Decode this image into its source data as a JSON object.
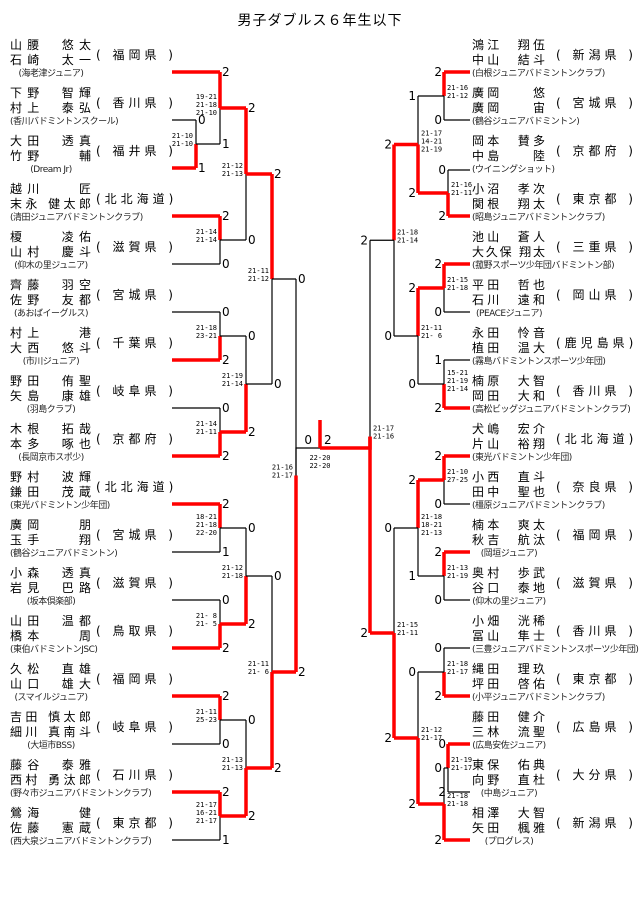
{
  "title": "男子ダブルス６年生以下",
  "colors": {
    "win_line": "#ff0000",
    "line": "#000000"
  },
  "left_entries": [
    {
      "p1": "山腰　悠太",
      "p2": "石崎　太一",
      "club": "(海老津ジュニア)",
      "pref": "( 福岡県 )"
    },
    {
      "p1": "下野　智輝",
      "p2": "村上　泰弘",
      "club": "(香川バドミントンスクール)",
      "pref": "( 香川県 )"
    },
    {
      "p1": "大田　透真",
      "p2": "竹野　　輔",
      "club": "(Dream Jr)",
      "pref": "( 福井県 )"
    },
    {
      "p1": "越川　　匠",
      "p2": "末永 健太郎",
      "club": "(清田ジュニアバドミントンクラブ)",
      "pref": "(北北海道)"
    },
    {
      "p1": "榎　　凌佑",
      "p2": "山村　慶斗",
      "club": "(仰木の里ジュニア)",
      "pref": "( 滋賀県 )"
    },
    {
      "p1": "齊藤　羽空",
      "p2": "佐野　友都",
      "club": "(あおばイーグルス)",
      "pref": "( 宮城県 )"
    },
    {
      "p1": "村上　　港",
      "p2": "大西　悠斗",
      "club": "(市川ジュニア)",
      "pref": "( 千葉県 )"
    },
    {
      "p1": "野田　侑聖",
      "p2": "矢島　康雄",
      "club": "(羽島クラブ)",
      "pref": "( 岐阜県 )"
    },
    {
      "p1": "木根　拓哉",
      "p2": "本多　啄也",
      "club": "(長岡京市スポ少)",
      "pref": "( 京都府 )"
    },
    {
      "p1": "野村　波輝",
      "p2": "鎌田　茂蔵",
      "club": "(東光バドミントン少年団)",
      "pref": "(北北海道)"
    },
    {
      "p1": "廣岡　　朋",
      "p2": "玉手　　翔",
      "club": "(鶴谷ジュニアバドミントン)",
      "pref": "( 宮城県 )"
    },
    {
      "p1": "小森　透真",
      "p2": "岩見　巴路",
      "club": "(坂本倶楽部)",
      "pref": "( 滋賀県 )"
    },
    {
      "p1": "山田　温都",
      "p2": "橋本　　周",
      "club": "(東伯バドミントンJSC)",
      "pref": "( 鳥取県 )"
    },
    {
      "p1": "久松　直雄",
      "p2": "山口　雄大",
      "club": "(スマイルジュニア)",
      "pref": "( 福岡県 )"
    },
    {
      "p1": "吉田 慎太郎",
      "p2": "細川 真南斗",
      "club": "(大垣市BSS)",
      "pref": "( 岐阜県 )"
    },
    {
      "p1": "藤谷　泰雅",
      "p2": "西村 勇汰郎",
      "club": "(野々市ジュニアバドミントンクラブ)",
      "pref": "( 石川県 )"
    },
    {
      "p1": "鶯海　　健",
      "p2": "佐藤　憲蔵",
      "club": "(西大泉ジュニアバドミントンクラブ)",
      "pref": "( 東京都 )"
    }
  ],
  "right_entries": [
    {
      "p1": "鴻江　翔伍",
      "p2": "中山　結斗",
      "club": "(白根ジュニアバドミントンクラブ)",
      "pref": "( 新潟県 )"
    },
    {
      "p1": "廣岡　　悠",
      "p2": "廣岡　　宙",
      "club": "(鶴谷ジュニアバドミントン)",
      "pref": "( 宮城県 )"
    },
    {
      "p1": "岡本　賛多",
      "p2": "中島　　陸",
      "club": "(ウイニングショット)",
      "pref": "( 京都府 )"
    },
    {
      "p1": "小沼　孝次",
      "p2": "関根　翔太",
      "club": "(昭島ジュニアバドミントンクラブ)",
      "pref": "( 東京都 )"
    },
    {
      "p1": "池山　蒼人",
      "p2": "大久保 翔太",
      "club": "(菰野スポーツ少年団バドミントン部)",
      "pref": "( 三重県 )"
    },
    {
      "p1": "平田　哲也",
      "p2": "石川　遠和",
      "club": "(PEACEジュニア)",
      "pref": "( 岡山県 )"
    },
    {
      "p1": "永田　怜音",
      "p2": "植田　温大",
      "club": "(霧島バドミントンスポーツ少年団)",
      "pref": "(鹿児島県)"
    },
    {
      "p1": "楠原　大智",
      "p2": "岡田　大和",
      "club": "(高松ビッグジュニアバドミントンクラブ)",
      "pref": "( 香川県 )"
    },
    {
      "p1": "犬嶋　宏介",
      "p2": "片山　裕翔",
      "club": "(東光バドミントン少年団)",
      "pref": "(北北海道)"
    },
    {
      "p1": "小西　直斗",
      "p2": "田中　聖也",
      "club": "(橿原ジュニアバドミントンクラブ)",
      "pref": "( 奈良県 )"
    },
    {
      "p1": "楠本　爽太",
      "p2": "秋吉　航汰",
      "club": "(岡垣ジュニア)",
      "pref": "( 福岡県 )"
    },
    {
      "p1": "奥村　歩武",
      "p2": "谷口　泰地",
      "club": "(仰木の里ジュニア)",
      "pref": "( 滋賀県 )"
    },
    {
      "p1": "小畑　洸稀",
      "p2": "冨山　隼士",
      "club": "(三豊ジュニアバドミントンスポーツ少年団)",
      "pref": "( 香川県 )"
    },
    {
      "p1": "縄田　理玖",
      "p2": "坪田　啓佑",
      "club": "(小平ジュニアバドミントンクラブ)",
      "pref": "( 東京都 )"
    },
    {
      "p1": "藤田　健介",
      "p2": "三林　流聖",
      "club": "(広島安佐ジュニア)",
      "pref": "( 広島県 )"
    },
    {
      "p1": "東保　佑典",
      "p2": "向野　直杜",
      "club": "(中島ジュニア)",
      "pref": "( 大分県 )"
    },
    {
      "p1": "相澤　大智",
      "p2": "矢田　楓雅",
      "club": "(プログレス)",
      "pref": "( 新潟県 )"
    }
  ],
  "matches": {
    "L_p1": {
      "a": "0",
      "b": "1",
      "games": [
        "21-10",
        "21-10"
      ]
    },
    "L_r1_1": {
      "a": "2",
      "b": "1",
      "games": [
        "19-21",
        "21-18",
        "21-10"
      ]
    },
    "L_r1_2": {
      "a": "2",
      "b": "0",
      "games": [
        "21-14",
        "21-14"
      ]
    },
    "L_r1_3": {
      "a": "0",
      "b": "2",
      "games": [
        "21-18",
        "23-21"
      ]
    },
    "L_r1_4": {
      "a": "0",
      "b": "2",
      "games": [
        "21-14",
        "21-11"
      ]
    },
    "L_r1_5": {
      "a": "2",
      "b": "1",
      "games": [
        "18-21",
        "21-18",
        "22-20"
      ]
    },
    "L_r1_6": {
      "a": "0",
      "b": "2",
      "games": [
        "21- 8",
        "21- 5"
      ]
    },
    "L_r1_7": {
      "a": "2",
      "b": "0",
      "games": [
        "21-11",
        "25-23"
      ]
    },
    "L_r1_8": {
      "a": "2",
      "b": "1",
      "games": [
        "21-17",
        "16-21",
        "21-17"
      ]
    },
    "L_r2_1": {
      "a": "2",
      "b": "0",
      "games": [
        "21-12",
        "21-13"
      ]
    },
    "L_r2_2": {
      "a": "0",
      "b": "2",
      "games": [
        "21-19",
        "21-14"
      ]
    },
    "L_r2_3": {
      "a": "0",
      "b": "2",
      "games": [
        "21-12",
        "21-18"
      ]
    },
    "L_r2_4": {
      "a": "0",
      "b": "2",
      "games": [
        "21-13",
        "21-13"
      ]
    },
    "L_r3_1": {
      "a": "2",
      "b": "0",
      "games": [
        "21-11",
        "21-12"
      ]
    },
    "L_r3_2": {
      "a": "0",
      "b": "2",
      "games": [
        "21-11",
        "21- 6"
      ]
    },
    "L_sf": {
      "a": "0",
      "b": "2",
      "games": [
        "21-16",
        "21-17"
      ]
    },
    "R_p1": {
      "a": "0",
      "b": "2",
      "games": [
        "21-16",
        "21-11"
      ]
    },
    "R_p2": {
      "a": "0",
      "b": "2",
      "games": [
        "21-19",
        "21-17"
      ]
    },
    "R_r1_1": {
      "a": "2",
      "b": "0",
      "games": [
        "21-16",
        "21-12"
      ]
    },
    "R_r1_2": {
      "a": "2",
      "b": "0",
      "games": [
        "21-15",
        "21-18"
      ]
    },
    "R_r1_3": {
      "a": "1",
      "b": "2",
      "games": [
        "15-21",
        "21-19",
        "21-14"
      ]
    },
    "R_r1_4": {
      "a": "2",
      "b": "0",
      "games": [
        "21-10",
        "27-25"
      ]
    },
    "R_r1_5": {
      "a": "2",
      "b": "0",
      "games": [
        "21-13",
        "21-19"
      ]
    },
    "R_r1_6": {
      "a": "0",
      "b": "2",
      "games": [
        "21-18",
        "21-17"
      ]
    },
    "R_r1_7": {
      "a": "0",
      "b": "2",
      "games": [
        "21-18",
        "21-18"
      ]
    },
    "R_r2_1": {
      "a": "1",
      "b": "2",
      "games": [
        "21-17",
        "14-21",
        "21-19"
      ]
    },
    "R_r2_2": {
      "a": "2",
      "b": "0",
      "games": [
        "21-11",
        "21- 6"
      ]
    },
    "R_r2_3": {
      "a": "2",
      "b": "1",
      "games": [
        "21-18",
        "18-21",
        "21-13"
      ]
    },
    "R_r2_4": {
      "a": "0",
      "b": "2",
      "games": [
        "21-12",
        "21-17"
      ]
    },
    "R_r3_1": {
      "a": "2",
      "b": "0",
      "games": [
        "21-18",
        "21-14"
      ]
    },
    "R_r3_2": {
      "a": "0",
      "b": "2",
      "games": [
        "21-15",
        "21-11"
      ]
    },
    "R_sf": {
      "a": "2",
      "b": "2",
      "games": [
        "21-17",
        "21-16"
      ]
    },
    "final": {
      "a": "0",
      "b": "2",
      "games": [
        "22-20",
        "22-20"
      ]
    }
  }
}
